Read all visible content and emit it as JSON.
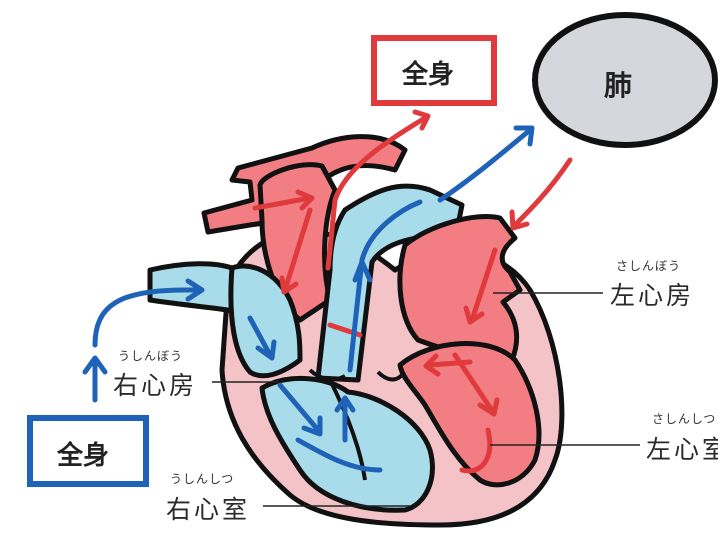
{
  "boxes": {
    "body_top": "全身",
    "lung": "肺",
    "body_bottom": "全身"
  },
  "labels": {
    "right_atrium": {
      "reading": "うしんぼう",
      "name": "右心房"
    },
    "right_ventricle": {
      "reading": "うしんしつ",
      "name": "右心室"
    },
    "left_atrium": {
      "reading": "さしんぼう",
      "name": "左心房"
    },
    "left_ventricle": {
      "reading": "さしんしつ",
      "name": "左心室"
    }
  },
  "colors": {
    "red_blood": "#f27d82",
    "blue_blood": "#a9dcea",
    "wall": "#f4c3c7",
    "red_arrow": "#e03a3c",
    "blue_arrow": "#1f63b8",
    "lung_fill": "#d5d7dc",
    "box_red": "#e03a3c",
    "box_blue": "#1f63b8"
  }
}
